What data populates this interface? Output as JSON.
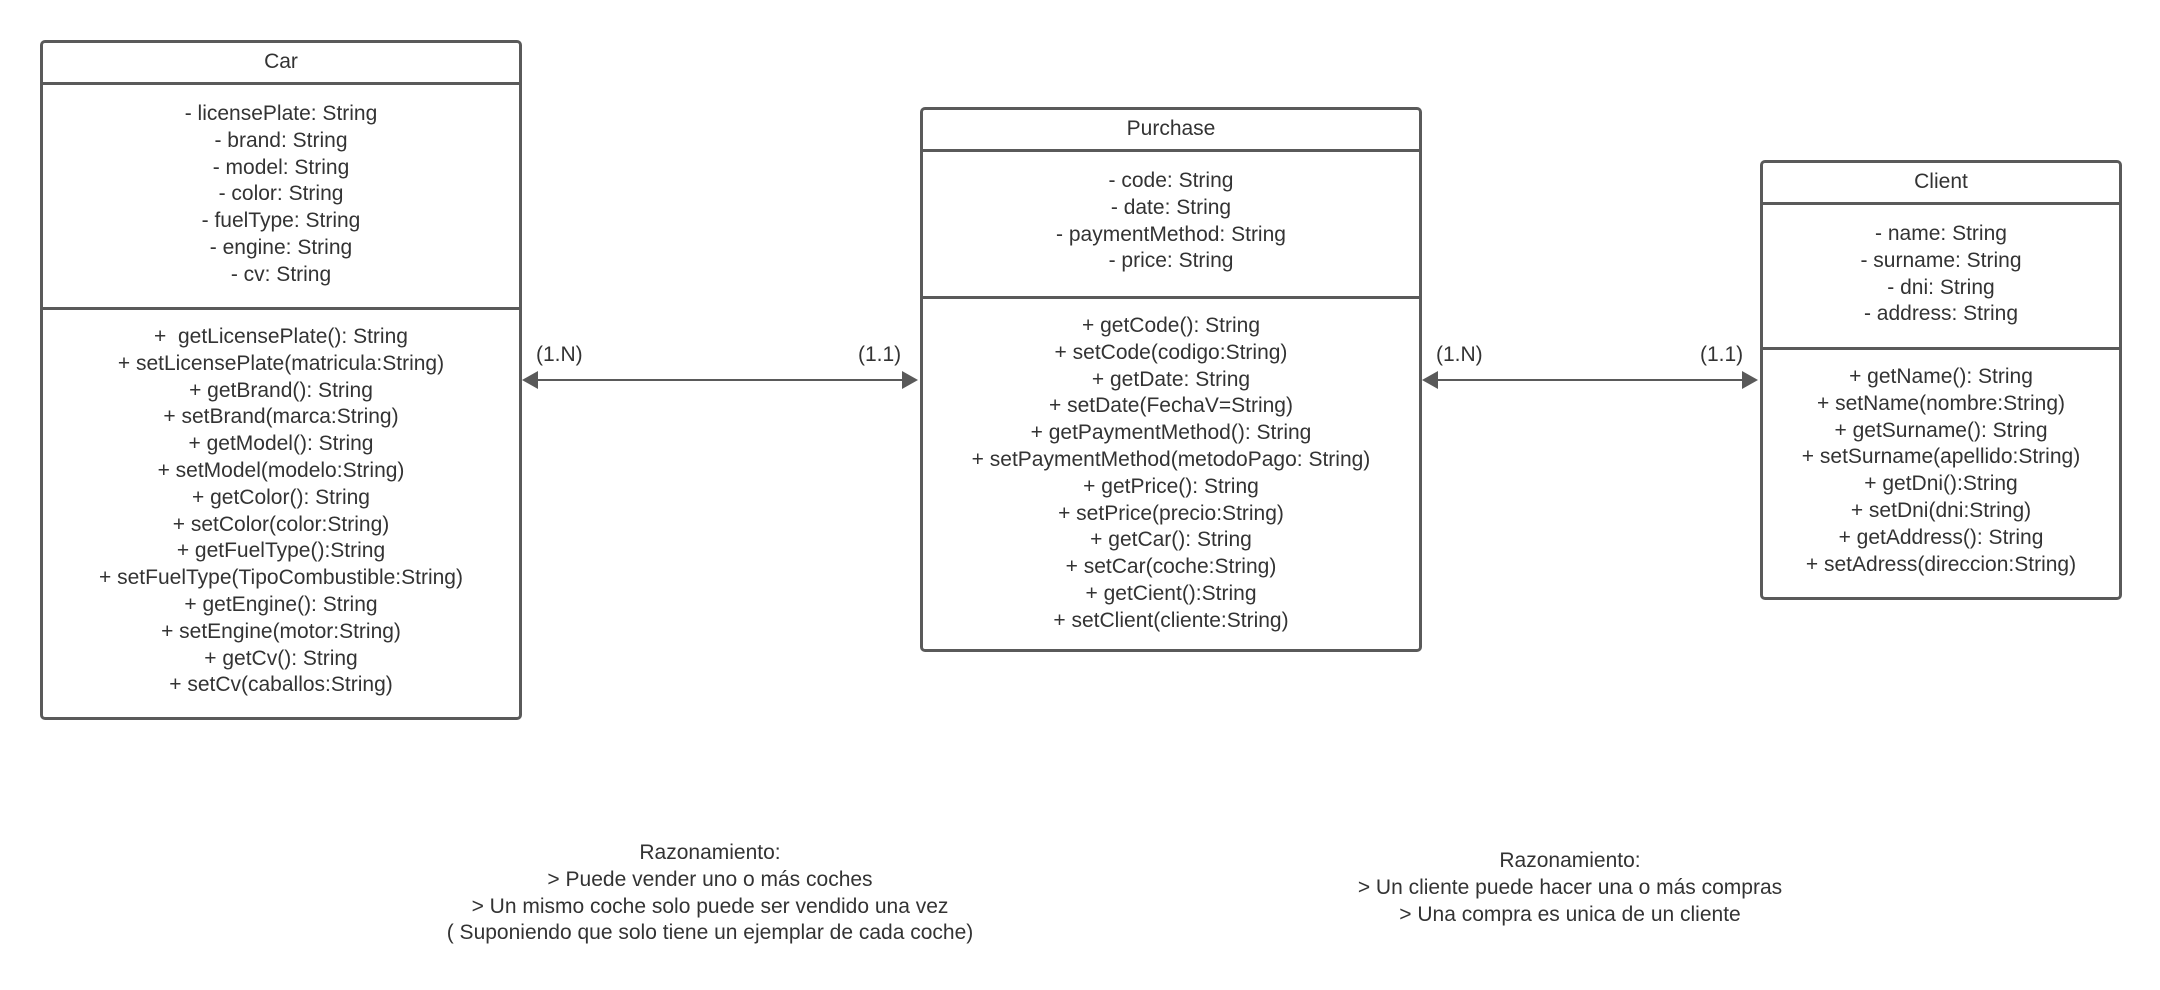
{
  "classes": {
    "car": {
      "name": "Car",
      "attributes": [
        "- licensePlate: String",
        "- brand: String",
        "- model: String",
        "- color: String",
        "- fuelType: String",
        "- engine: String",
        "- cv: String"
      ],
      "methods": [
        "+  getLicensePlate(): String",
        "+ setLicensePlate(matricula:String)",
        "+ getBrand(): String",
        "+ setBrand(marca:String)",
        "+ getModel(): String",
        "+ setModel(modelo:String)",
        "+ getColor(): String",
        "+ setColor(color:String)",
        "+ getFuelType():String",
        "+ setFuelType(TipoCombustible:String)",
        "+ getEngine(): String",
        "+ setEngine(motor:String)",
        "+ getCv(): String",
        "+ setCv(caballos:String)"
      ]
    },
    "purchase": {
      "name": "Purchase",
      "attributes": [
        "- code: String",
        "- date: String",
        "- paymentMethod: String",
        "- price: String"
      ],
      "methods": [
        "+ getCode(): String",
        "+ setCode(codigo:String)",
        "+ getDate: String",
        "+ setDate(FechaV=String)",
        "+ getPaymentMethod(): String",
        "+ setPaymentMethod(metodoPago: String)",
        "+ getPrice(): String",
        "+ setPrice(precio:String)",
        "+ getCar(): String",
        "+ setCar(coche:String)",
        "+ getCient():String",
        "+ setClient(cliente:String)"
      ]
    },
    "client": {
      "name": "Client",
      "attributes": [
        "- name: String",
        "- surname: String",
        "- dni: String",
        "- address: String"
      ],
      "methods": [
        "+ getName(): String",
        "+ setName(nombre:String)",
        "+ getSurname(): String",
        "+ setSurname(apellido:String)",
        "+ getDni():String",
        "+ setDni(dni:String)",
        "+ getAddress(): String",
        "+ setAdress(direccion:String)"
      ]
    }
  },
  "associations": {
    "car_purchase": {
      "left": "(1.N)",
      "right": "(1.1)"
    },
    "purchase_client": {
      "left": "(1.N)",
      "right": "(1.1)"
    }
  },
  "notes": {
    "left": [
      "Razonamiento:",
      "> Puede vender uno o más coches",
      "> Un mismo coche solo puede ser vendido una vez",
      "( Suponiendo que solo tiene un ejemplar de cada coche)"
    ],
    "right": [
      "Razonamiento:",
      "> Un cliente puede hacer una o más compras",
      "> Una compra es unica de un cliente"
    ]
  },
  "colors": {
    "line": "#5a5a5a",
    "text": "#333333"
  }
}
